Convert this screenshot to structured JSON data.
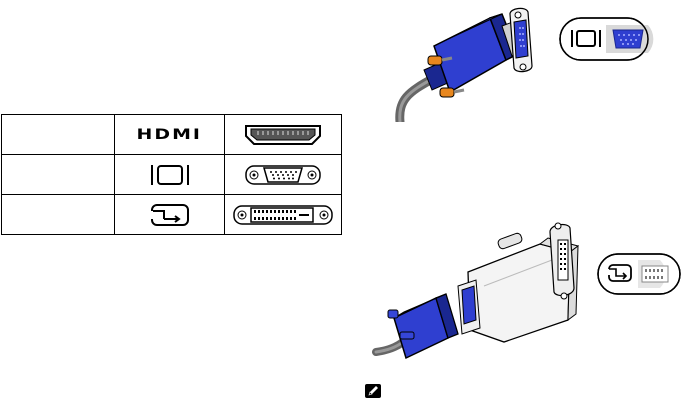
{
  "table": {
    "rows": [
      {
        "type_label": "",
        "symbol": "hdmi-logo-icon",
        "symbol_text": "HDMI",
        "port": "hdmi-port-icon"
      },
      {
        "type_label": "",
        "symbol": "vga-symbol-icon",
        "port": "vga-port-icon"
      },
      {
        "type_label": "",
        "symbol": "dvi-symbol-icon",
        "port": "dvi-port-icon"
      }
    ]
  },
  "illustrations": {
    "top": {
      "name": "vga-cable-connection",
      "badge_icon": "vga-symbol-icon"
    },
    "bottom": {
      "name": "vga-to-dvi-adapter-connection",
      "badge_icon": "dvi-symbol-icon"
    }
  },
  "note": {
    "icon": "note-pencil-icon"
  },
  "colors": {
    "connector_blue": "#2f3fd0",
    "connector_blue_dark": "#1a2790",
    "screw_orange": "#e8871e",
    "port_gray": "#d9d9d9",
    "outline": "#000000",
    "badge_bg": "#ffffff"
  }
}
